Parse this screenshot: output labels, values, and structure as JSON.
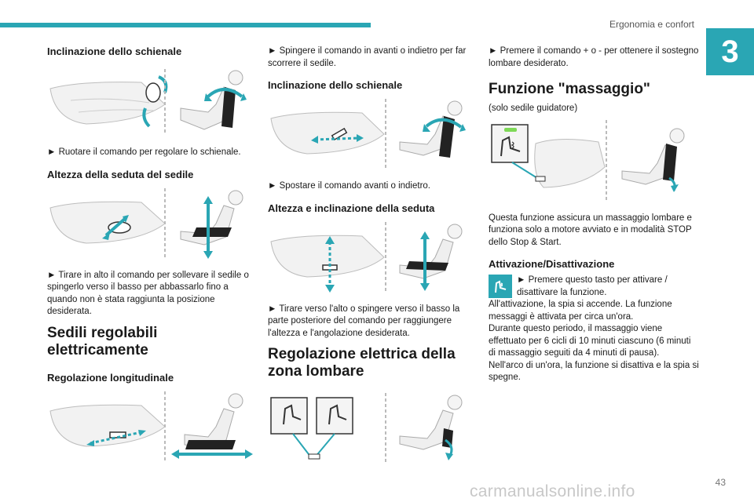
{
  "header": {
    "chapter_title": "Ergonomia e confort",
    "chapter_number": "3"
  },
  "footer": {
    "page_number": "43",
    "watermark": "carmanualsonline.info"
  },
  "col1": {
    "h_backrest": "Inclinazione dello schienale",
    "p_backrest": "► Ruotare il comando per regolare lo schienale.",
    "h_height": "Altezza della seduta del sedile",
    "p_height": "► Tirare in alto il comando per sollevare il sedile o spingerlo verso il basso per abbassarlo fino a quando non è stata raggiunta la posizione desiderata.",
    "h_electric": "Sedili regolabili elettricamente",
    "h_longitudinal": "Regolazione longitudinale"
  },
  "col2": {
    "p_slide": "► Spingere il comando in avanti o indietro per far scorrere il sedile.",
    "h_backrest": "Inclinazione dello schienale",
    "p_backrest": "► Spostare il comando avanti o indietro.",
    "h_height_tilt": "Altezza e inclinazione della seduta",
    "p_height_tilt": "► Tirare verso l'alto o spingere verso il basso la parte posteriore del comando per raggiungere l'altezza e l'angolazione desiderata.",
    "h_lumbar": "Regolazione elettrica della zona lombare"
  },
  "col3": {
    "p_lumbar": "► Premere il comando + o - per ottenere il sostegno lombare desiderato.",
    "h_massage": "Funzione \"massaggio\"",
    "p_massage_note": "(solo sedile guidatore)",
    "p_massage_desc": "Questa funzione assicura un massaggio lombare e funziona solo a motore avviato e in modalità STOP dello Stop & Start.",
    "h_activation": "Attivazione/Disattivazione",
    "p_activation_bullet": "► Premere questo tasto per attivare / disattivare la funzione.",
    "p_activation_1": "All'attivazione, la spia si accende. La funzione messaggi è attivata per circa un'ora.",
    "p_activation_2": "Durante questo periodo, il massaggio viene effettuato per 6 cicli di 10 minuti ciascuno (6 minuti di massaggio seguiti da 4 minuti di pausa).",
    "p_activation_3": "Nell'arco di un'ora, la funzione si disattiva e la spia si spegne."
  },
  "colors": {
    "accent": "#2aa6b4",
    "led_green": "#7ed957"
  }
}
